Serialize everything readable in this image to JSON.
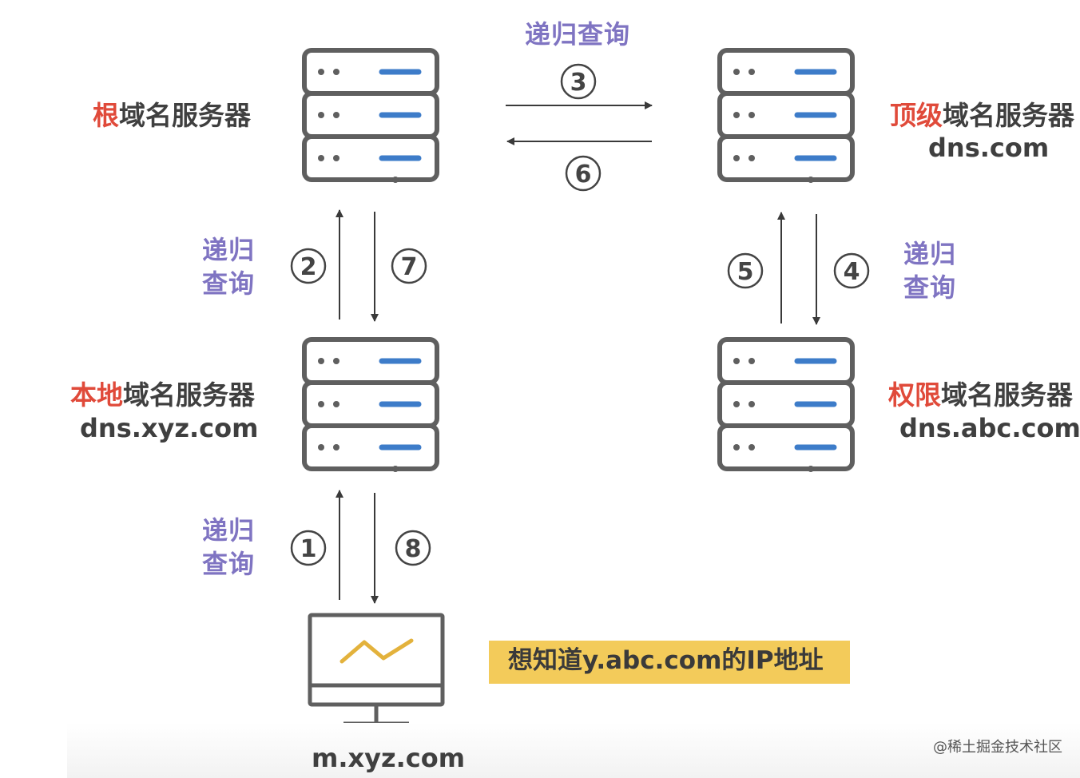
{
  "servers": {
    "root": {
      "highlight": "根",
      "rest": "域名服务器"
    },
    "tld": {
      "highlight": "顶级",
      "rest": "域名服务器",
      "host": "dns.com"
    },
    "local": {
      "highlight": "本地",
      "rest": "域名服务器",
      "host": "dns.xyz.com"
    },
    "authoritative": {
      "highlight": "权限",
      "rest": "域名服务器",
      "host": "dns.abc.com"
    }
  },
  "client": {
    "host": "m.xyz.com"
  },
  "query_labels": {
    "top": "递归查询",
    "left_upper_line1": "递归",
    "left_upper_line2": "查询",
    "right_line1": "递归",
    "right_line2": "查询",
    "left_lower_line1": "递归",
    "left_lower_line2": "查询"
  },
  "steps": [
    "1",
    "2",
    "3",
    "4",
    "5",
    "6",
    "7",
    "8"
  ],
  "note": "想知道y.abc.com的IP地址",
  "watermark": "@稀土掘金技术社区",
  "colors": {
    "server_outline": "#5f5f5f",
    "server_bar": "#3d7cc9",
    "highlight": "#e04a3a",
    "query": "#7f74c2",
    "note_bg": "#f3cb5a",
    "chart_line": "#e3b23c"
  }
}
